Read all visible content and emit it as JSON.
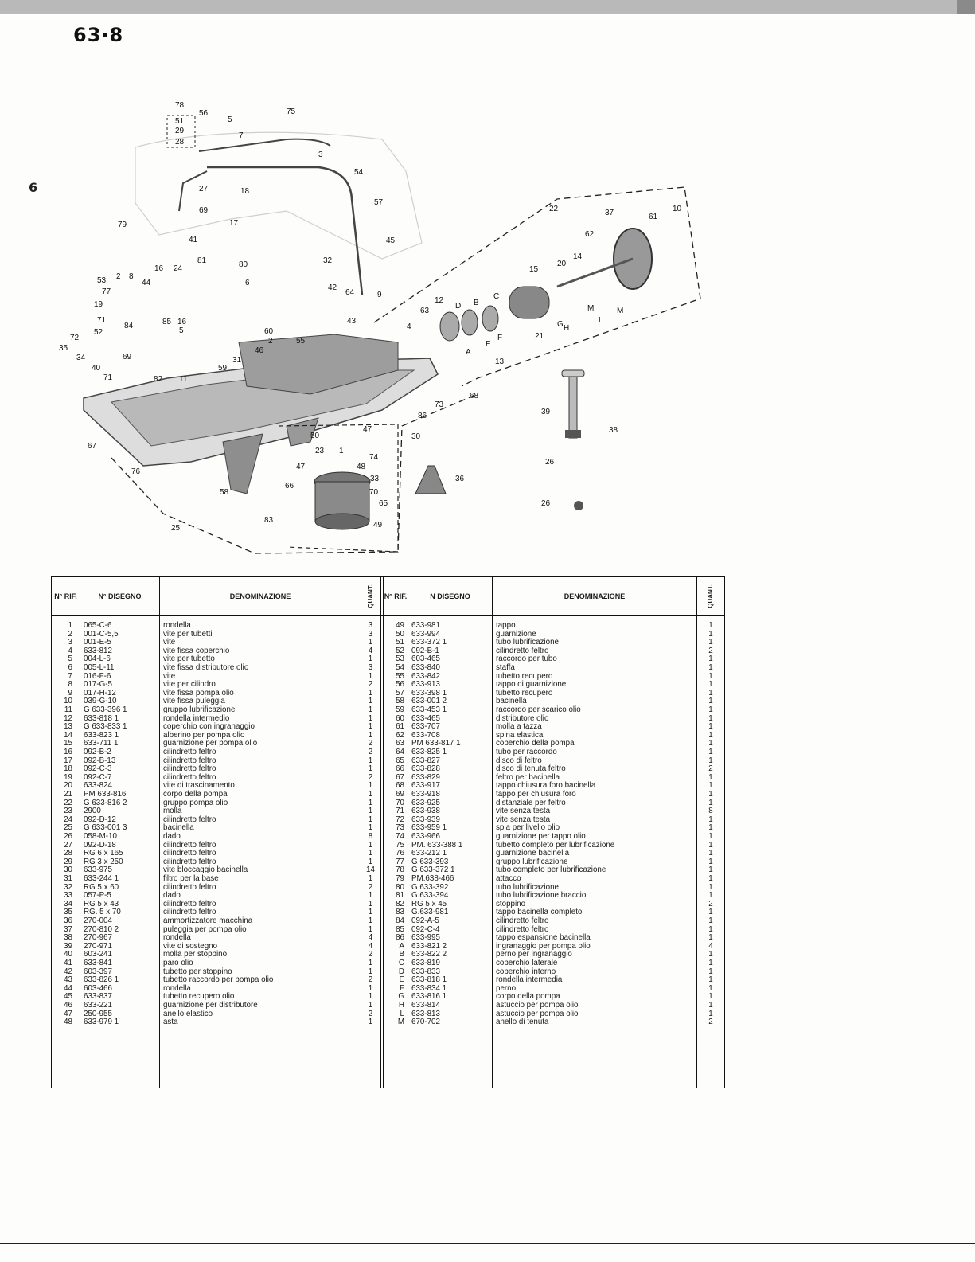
{
  "page": {
    "number": "63·8",
    "side_mark": "6"
  },
  "diagram": {
    "labels": [
      "78",
      "56",
      "5",
      "75",
      "51",
      "29",
      "7",
      "28",
      "3",
      "54",
      "27",
      "18",
      "57",
      "79",
      "69",
      "17",
      "41",
      "22",
      "37",
      "61",
      "10",
      "62",
      "45",
      "16",
      "24",
      "81",
      "80",
      "32",
      "14",
      "15",
      "20",
      "53",
      "2",
      "8",
      "44",
      "77",
      "6",
      "42",
      "64",
      "9",
      "12",
      "19",
      "71",
      "63",
      "D",
      "B",
      "C",
      "85",
      "16",
      "43",
      "5",
      "4",
      "84",
      "52",
      "60",
      "2",
      "55",
      "A",
      "E",
      "F",
      "72",
      "35",
      "46",
      "31",
      "13",
      "34",
      "69",
      "59",
      "40",
      "82",
      "11",
      "71",
      "M",
      "H",
      "G",
      "21",
      "L",
      "M",
      "68",
      "73",
      "86",
      "67",
      "47",
      "50",
      "30",
      "39",
      "38",
      "26",
      "23",
      "1",
      "74",
      "47",
      "48",
      "76",
      "36",
      "33",
      "66",
      "70",
      "65",
      "58",
      "83",
      "49",
      "25",
      "26"
    ]
  },
  "table": {
    "headers": {
      "ref": "N° RIF.",
      "drawing": "N° DISEGNO",
      "name": "DENOMINAZIONE",
      "qty": "QUANT.",
      "ref2": "N° RIF.",
      "drawing2": "N DISEGNO",
      "name2": "DENOMINAZIONE",
      "qty2": "QUANT."
    },
    "left": [
      {
        "ref": "1",
        "code": "065-C-6",
        "name": "rondella",
        "qty": "3"
      },
      {
        "ref": "2",
        "code": "001-C-5,5",
        "name": "vite per tubetti",
        "qty": "3"
      },
      {
        "ref": "3",
        "code": "001-E-5",
        "name": "vite",
        "qty": "1"
      },
      {
        "ref": "4",
        "code": "633-812",
        "name": "vite fissa coperchio",
        "qty": "4"
      },
      {
        "ref": "5",
        "code": "004-L-6",
        "name": "vite per tubetto",
        "qty": "1"
      },
      {
        "ref": "6",
        "code": "005-L-11",
        "name": "vite fissa distributore olio",
        "qty": "3"
      },
      {
        "ref": "7",
        "code": "016-F-6",
        "name": "vite",
        "qty": "1"
      },
      {
        "ref": "8",
        "code": "017-G-5",
        "name": "vite per cilindro",
        "qty": "2"
      },
      {
        "ref": "9",
        "code": "017-H-12",
        "name": "vite fissa pompa olio",
        "qty": "1"
      },
      {
        "ref": "10",
        "code": "039-G-10",
        "name": "vite fissa puleggia",
        "qty": "1"
      },
      {
        "ref": "11",
        "code": "G 633-396 1",
        "name": "gruppo lubrificazione",
        "qty": "1"
      },
      {
        "ref": "12",
        "code": "633-818 1",
        "name": "rondella intermedio",
        "qty": "1"
      },
      {
        "ref": "13",
        "code": "G 633-833 1",
        "name": "coperchio con ingranaggio",
        "qty": "1"
      },
      {
        "ref": "14",
        "code": "633-823 1",
        "name": "alberino per pompa olio",
        "qty": "1"
      },
      {
        "ref": "15",
        "code": "633-711 1",
        "name": "guarnizione per pompa olio",
        "qty": "2"
      },
      {
        "ref": "16",
        "code": "092-B-2",
        "name": "cilindretto feltro",
        "qty": "2"
      },
      {
        "ref": "17",
        "code": "092-B-13",
        "name": "cilindretto feltro",
        "qty": "1"
      },
      {
        "ref": "18",
        "code": "092-C-3",
        "name": "cilindretto feltro",
        "qty": "1"
      },
      {
        "ref": "19",
        "code": "092-C-7",
        "name": "cilindretto feltro",
        "qty": "2"
      },
      {
        "ref": "20",
        "code": "633-824",
        "name": "vite di trascinamento",
        "qty": "1"
      },
      {
        "ref": "21",
        "code": "PM 633-816",
        "name": "corpo della pompa",
        "qty": "1"
      },
      {
        "ref": "22",
        "code": "G 633-816 2",
        "name": "gruppo pompa olio",
        "qty": "1"
      },
      {
        "ref": "23",
        "code": "2900",
        "name": "molla",
        "qty": "1"
      },
      {
        "ref": "24",
        "code": "092-D-12",
        "name": "cilindretto feltro",
        "qty": "1"
      },
      {
        "ref": "25",
        "code": "G 633-001 3",
        "name": "bacinella",
        "qty": "1"
      },
      {
        "ref": "26",
        "code": "058-M-10",
        "name": "dado",
        "qty": "8"
      },
      {
        "ref": "27",
        "code": "092-D-18",
        "name": "cilindretto feltro",
        "qty": "1"
      },
      {
        "ref": "28",
        "code": "RG 6 x 165",
        "name": "cilindretto feltro",
        "qty": "1"
      },
      {
        "ref": "29",
        "code": "RG 3 x 250",
        "name": "cilindretto feltro",
        "qty": "1"
      },
      {
        "ref": "30",
        "code": "633-975",
        "name": "vite bloccaggio bacinella",
        "qty": "14"
      },
      {
        "ref": "31",
        "code": "633-244 1",
        "name": "filtro per la base",
        "qty": "1"
      },
      {
        "ref": "32",
        "code": "RG 5 x 60",
        "name": "cilindretto feltro",
        "qty": "2"
      },
      {
        "ref": "33",
        "code": "057-P-5",
        "name": "dado",
        "qty": "1"
      },
      {
        "ref": "34",
        "code": "RG 5 x 43",
        "name": "cilindretto feltro",
        "qty": "1"
      },
      {
        "ref": "35",
        "code": "RG. 5 x 70",
        "name": "cilindretto feltro",
        "qty": "1"
      },
      {
        "ref": "36",
        "code": "270-004",
        "name": "ammortizzatore macchina",
        "qty": "1"
      },
      {
        "ref": "37",
        "code": "270-810 2",
        "name": "puleggia per pompa olio",
        "qty": "1"
      },
      {
        "ref": "38",
        "code": "270-967",
        "name": "rondella",
        "qty": "4"
      },
      {
        "ref": "39",
        "code": "270-971",
        "name": "vite di sostegno",
        "qty": "4"
      },
      {
        "ref": "40",
        "code": "603-241",
        "name": "molla per stoppino",
        "qty": "2"
      },
      {
        "ref": "41",
        "code": "633-841",
        "name": "paro olio",
        "qty": "1"
      },
      {
        "ref": "42",
        "code": "603-397",
        "name": "tubetto per stoppino",
        "qty": "1"
      },
      {
        "ref": "43",
        "code": "633-826 1",
        "name": "tubetto raccordo per pompa olio",
        "qty": "2"
      },
      {
        "ref": "44",
        "code": "603-466",
        "name": "rondella",
        "qty": "1"
      },
      {
        "ref": "45",
        "code": "633-837",
        "name": "tubetto recupero olio",
        "qty": "1"
      },
      {
        "ref": "46",
        "code": "633-221",
        "name": "guarnizione per distributore",
        "qty": "1"
      },
      {
        "ref": "47",
        "code": "250-955",
        "name": "anello elastico",
        "qty": "2"
      },
      {
        "ref": "48",
        "code": "633-979 1",
        "name": "asta",
        "qty": "1"
      }
    ],
    "right": [
      {
        "ref": "49",
        "code": "633-981",
        "name": "tappo",
        "qty": "1"
      },
      {
        "ref": "50",
        "code": "633-994",
        "name": "guarnizione",
        "qty": "1"
      },
      {
        "ref": "51",
        "code": "633-372 1",
        "name": "tubo lubrificazione",
        "qty": "1"
      },
      {
        "ref": "52",
        "code": "092-B-1",
        "name": "cilindretto feltro",
        "qty": "2"
      },
      {
        "ref": "53",
        "code": "603-465",
        "name": "raccordo per tubo",
        "qty": "1"
      },
      {
        "ref": "54",
        "code": "633-840",
        "name": "staffa",
        "qty": "1"
      },
      {
        "ref": "55",
        "code": "633-842",
        "name": "tubetto recupero",
        "qty": "1"
      },
      {
        "ref": "56",
        "code": "633-913",
        "name": "tappo di guarnizione",
        "qty": "1"
      },
      {
        "ref": "57",
        "code": "633-398 1",
        "name": "tubetto recupero",
        "qty": "1"
      },
      {
        "ref": "58",
        "code": "633-001 2",
        "name": "bacinella",
        "qty": "1"
      },
      {
        "ref": "59",
        "code": "633-453 1",
        "name": "raccordo per scarico olio",
        "qty": "1"
      },
      {
        "ref": "60",
        "code": "633-465",
        "name": "distributore olio",
        "qty": "1"
      },
      {
        "ref": "61",
        "code": "633-707",
        "name": "molla a tazza",
        "qty": "1"
      },
      {
        "ref": "62",
        "code": "633-708",
        "name": "spina elastica",
        "qty": "1"
      },
      {
        "ref": "63",
        "code": "PM 633-817 1",
        "name": "coperchio della pompa",
        "qty": "1"
      },
      {
        "ref": "64",
        "code": "633-825 1",
        "name": "tubo per raccordo",
        "qty": "1"
      },
      {
        "ref": "65",
        "code": "633-827",
        "name": "disco di feltro",
        "qty": "1"
      },
      {
        "ref": "66",
        "code": "633-828",
        "name": "disco di tenuta feltro",
        "qty": "2"
      },
      {
        "ref": "67",
        "code": "633-829",
        "name": "feltro per bacinella",
        "qty": "1"
      },
      {
        "ref": "68",
        "code": "633-917",
        "name": "tappo chiusura foro bacinella",
        "qty": "1"
      },
      {
        "ref": "69",
        "code": "633-918",
        "name": "tappo per chiusura foro",
        "qty": "1"
      },
      {
        "ref": "70",
        "code": "633-925",
        "name": "distanziale per feltro",
        "qty": "1"
      },
      {
        "ref": "71",
        "code": "633-938",
        "name": "vite senza testa",
        "qty": "8"
      },
      {
        "ref": "72",
        "code": "633-939",
        "name": "vite senza testa",
        "qty": "1"
      },
      {
        "ref": "73",
        "code": "633-959 1",
        "name": "spia per livello olio",
        "qty": "1"
      },
      {
        "ref": "74",
        "code": "633-966",
        "name": "guarnizione per tappo olio",
        "qty": "1"
      },
      {
        "ref": "75",
        "code": "PM. 633-388 1",
        "name": "tubetto completo per lubrificazione",
        "qty": "1"
      },
      {
        "ref": "76",
        "code": "633-212 1",
        "name": "guarnizione bacinella",
        "qty": "1"
      },
      {
        "ref": "77",
        "code": "G 633-393",
        "name": "gruppo lubrificazione",
        "qty": "1"
      },
      {
        "ref": "78",
        "code": "G 633-372 1",
        "name": "tubo completo per lubrificazione",
        "qty": "1"
      },
      {
        "ref": "79",
        "code": "PM.638-466",
        "name": "attacco",
        "qty": "1"
      },
      {
        "ref": "80",
        "code": "G 633-392",
        "name": "tubo lubrificazione",
        "qty": "1"
      },
      {
        "ref": "81",
        "code": "G.633-394",
        "name": "tubo lubrificazione braccio",
        "qty": "1"
      },
      {
        "ref": "82",
        "code": "RG 5 x 45",
        "name": "stoppino",
        "qty": "2"
      },
      {
        "ref": "83",
        "code": "G.633-981",
        "name": "tappo bacinella completo",
        "qty": "1"
      },
      {
        "ref": "84",
        "code": "092-A-5",
        "name": "cilindretto feltro",
        "qty": "1"
      },
      {
        "ref": "85",
        "code": "092-C-4",
        "name": "cilindretto feltro",
        "qty": "1"
      },
      {
        "ref": "86",
        "code": "633-995",
        "name": "tappo espansione bacinella",
        "qty": "1"
      },
      {
        "ref": "A",
        "code": "633-821 2",
        "name": "ingranaggio per pompa olio",
        "qty": "4"
      },
      {
        "ref": "B",
        "code": "633-822 2",
        "name": "perno per ingranaggio",
        "qty": "1"
      },
      {
        "ref": "C",
        "code": "633-819",
        "name": "coperchio laterale",
        "qty": "1"
      },
      {
        "ref": "D",
        "code": "633-833",
        "name": "coperchio interno",
        "qty": "1"
      },
      {
        "ref": "E",
        "code": "633-818 1",
        "name": "rondella intermedia",
        "qty": "1"
      },
      {
        "ref": "F",
        "code": "633-834 1",
        "name": "perno",
        "qty": "1"
      },
      {
        "ref": "G",
        "code": "633-816 1",
        "name": "corpo della pompa",
        "qty": "1"
      },
      {
        "ref": "H",
        "code": "633-814",
        "name": "astuccio per pompa olio",
        "qty": "1"
      },
      {
        "ref": "L",
        "code": "633-813",
        "name": "astuccio per pompa olio",
        "qty": "1"
      },
      {
        "ref": "M",
        "code": "670-702",
        "name": "anello di tenuta",
        "qty": "2"
      }
    ]
  }
}
